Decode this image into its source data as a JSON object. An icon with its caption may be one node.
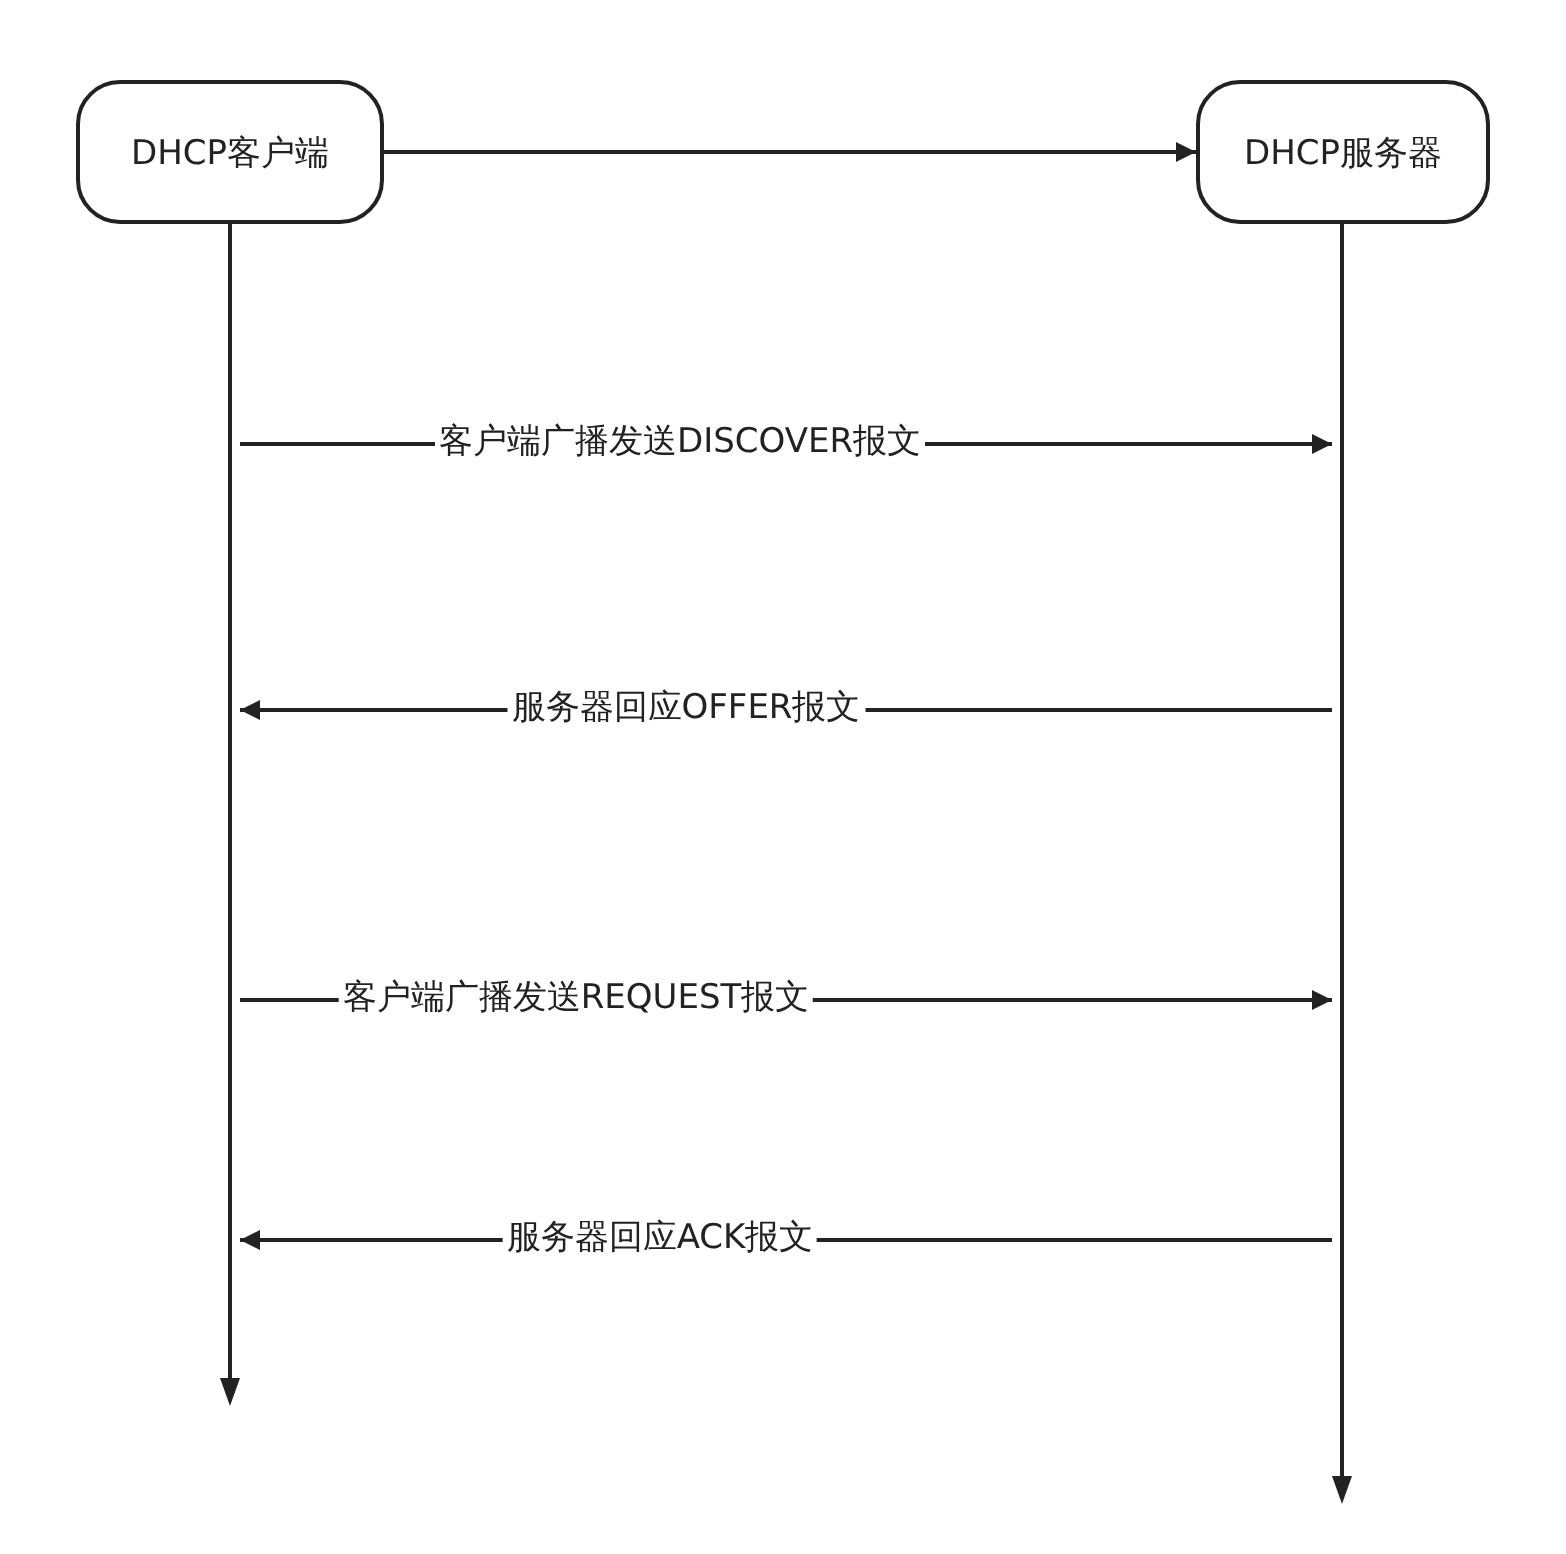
{
  "diagram": {
    "nodes": [
      {
        "text": [
          "DHCP客户端"
        ]
      },
      {
        "text": [
          "DHCP服务器"
        ]
      },
      {
        "text": [],
        "shape": "bar"
      },
      {
        "text": [],
        "shape": "bar"
      }
    ],
    "edges": [
      {
        "from": 0,
        "to": 1,
        "arrow": "to"
      },
      {
        "from": 2,
        "to": 3,
        "arrow": "to",
        "label": "客户端广播发送DISCOVER报文"
      },
      {
        "from": 3,
        "to": 2,
        "arrow": "to",
        "label": "服务器回应OFFER报文"
      },
      {
        "from": 2,
        "to": 3,
        "arrow": "to",
        "label": "客户端广播发送REQUEST报文"
      },
      {
        "from": 3,
        "to": 2,
        "arrow": "to",
        "label": "服务器回应ACK报文"
      }
    ]
  }
}
